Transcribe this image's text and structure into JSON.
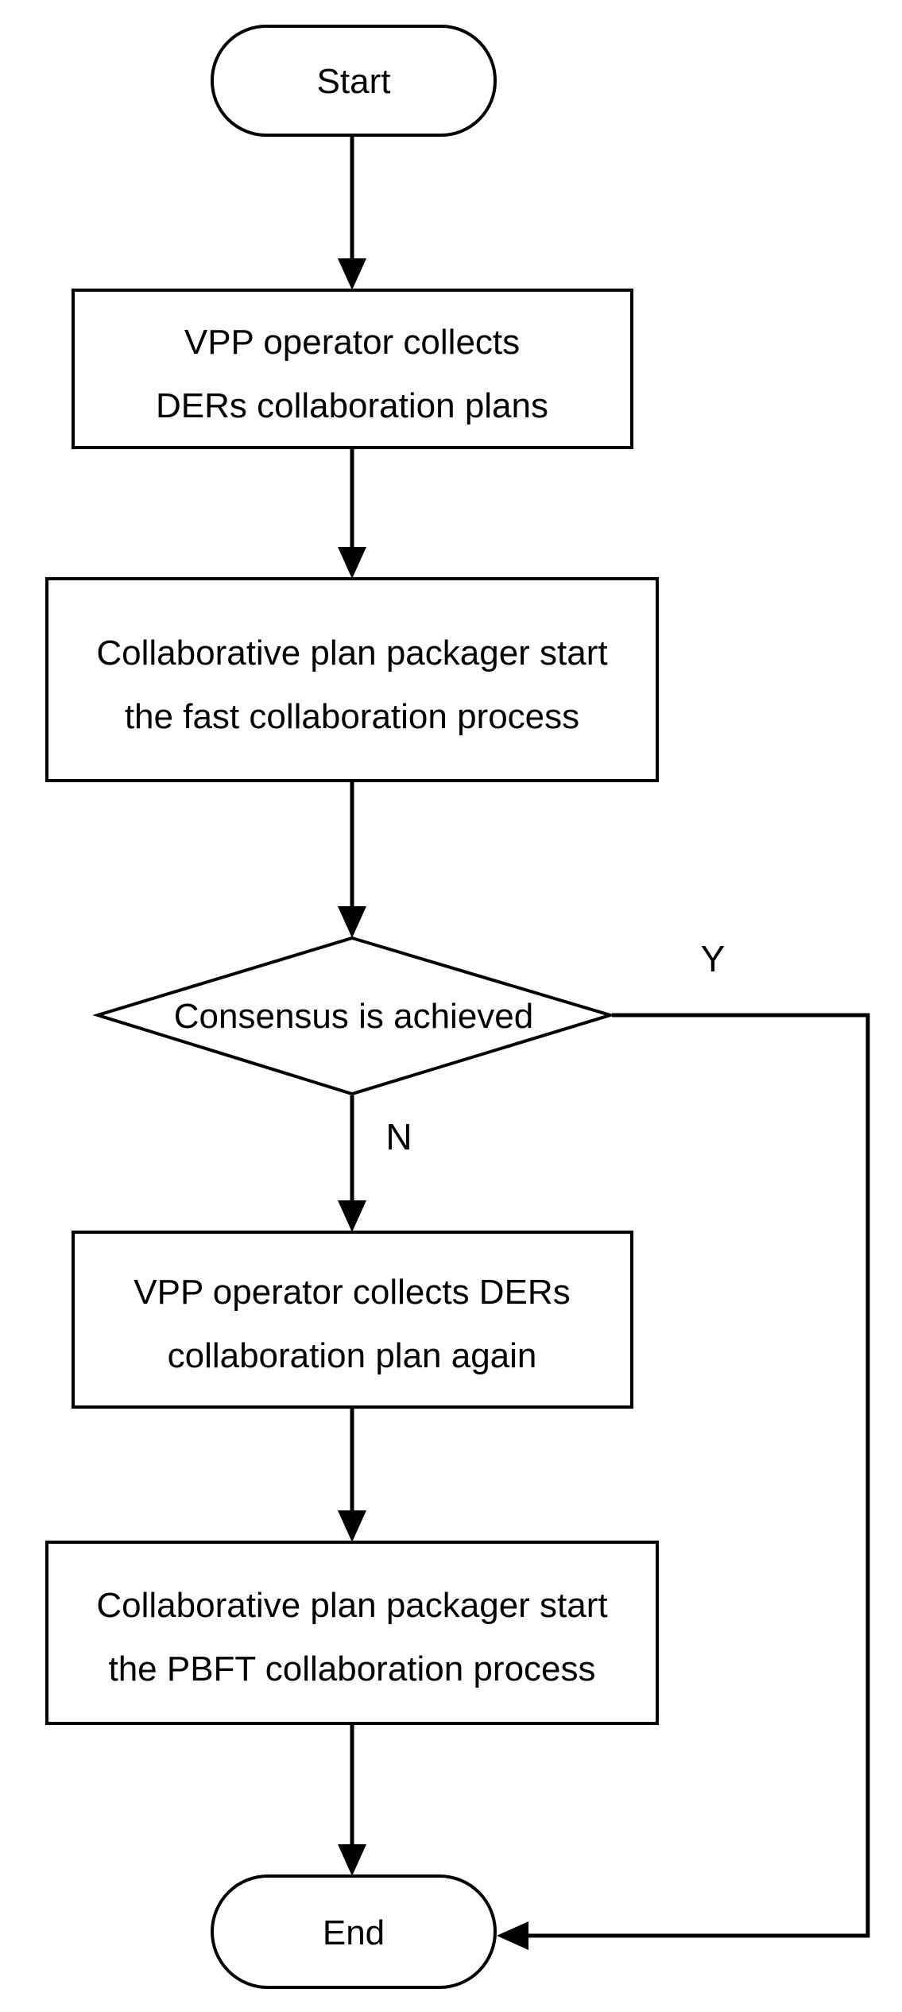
{
  "nodes": {
    "start": {
      "label": "Start"
    },
    "collect_plans": {
      "lines": [
        "VPP operator collects",
        "DERs collaboration plans"
      ]
    },
    "fast_process": {
      "lines": [
        "Collaborative plan packager start",
        "the fast collaboration process"
      ]
    },
    "consensus": {
      "label": "Consensus is achieved"
    },
    "collect_again": {
      "lines": [
        "VPP operator collects DERs",
        "collaboration plan again"
      ]
    },
    "pbft_process": {
      "lines": [
        "Collaborative plan packager start",
        "the PBFT collaboration process"
      ]
    },
    "end": {
      "label": "End"
    }
  },
  "edges": {
    "yes_label": "Y",
    "no_label": "N"
  },
  "colors": {
    "stroke": "#000000",
    "fill": "#ffffff"
  }
}
